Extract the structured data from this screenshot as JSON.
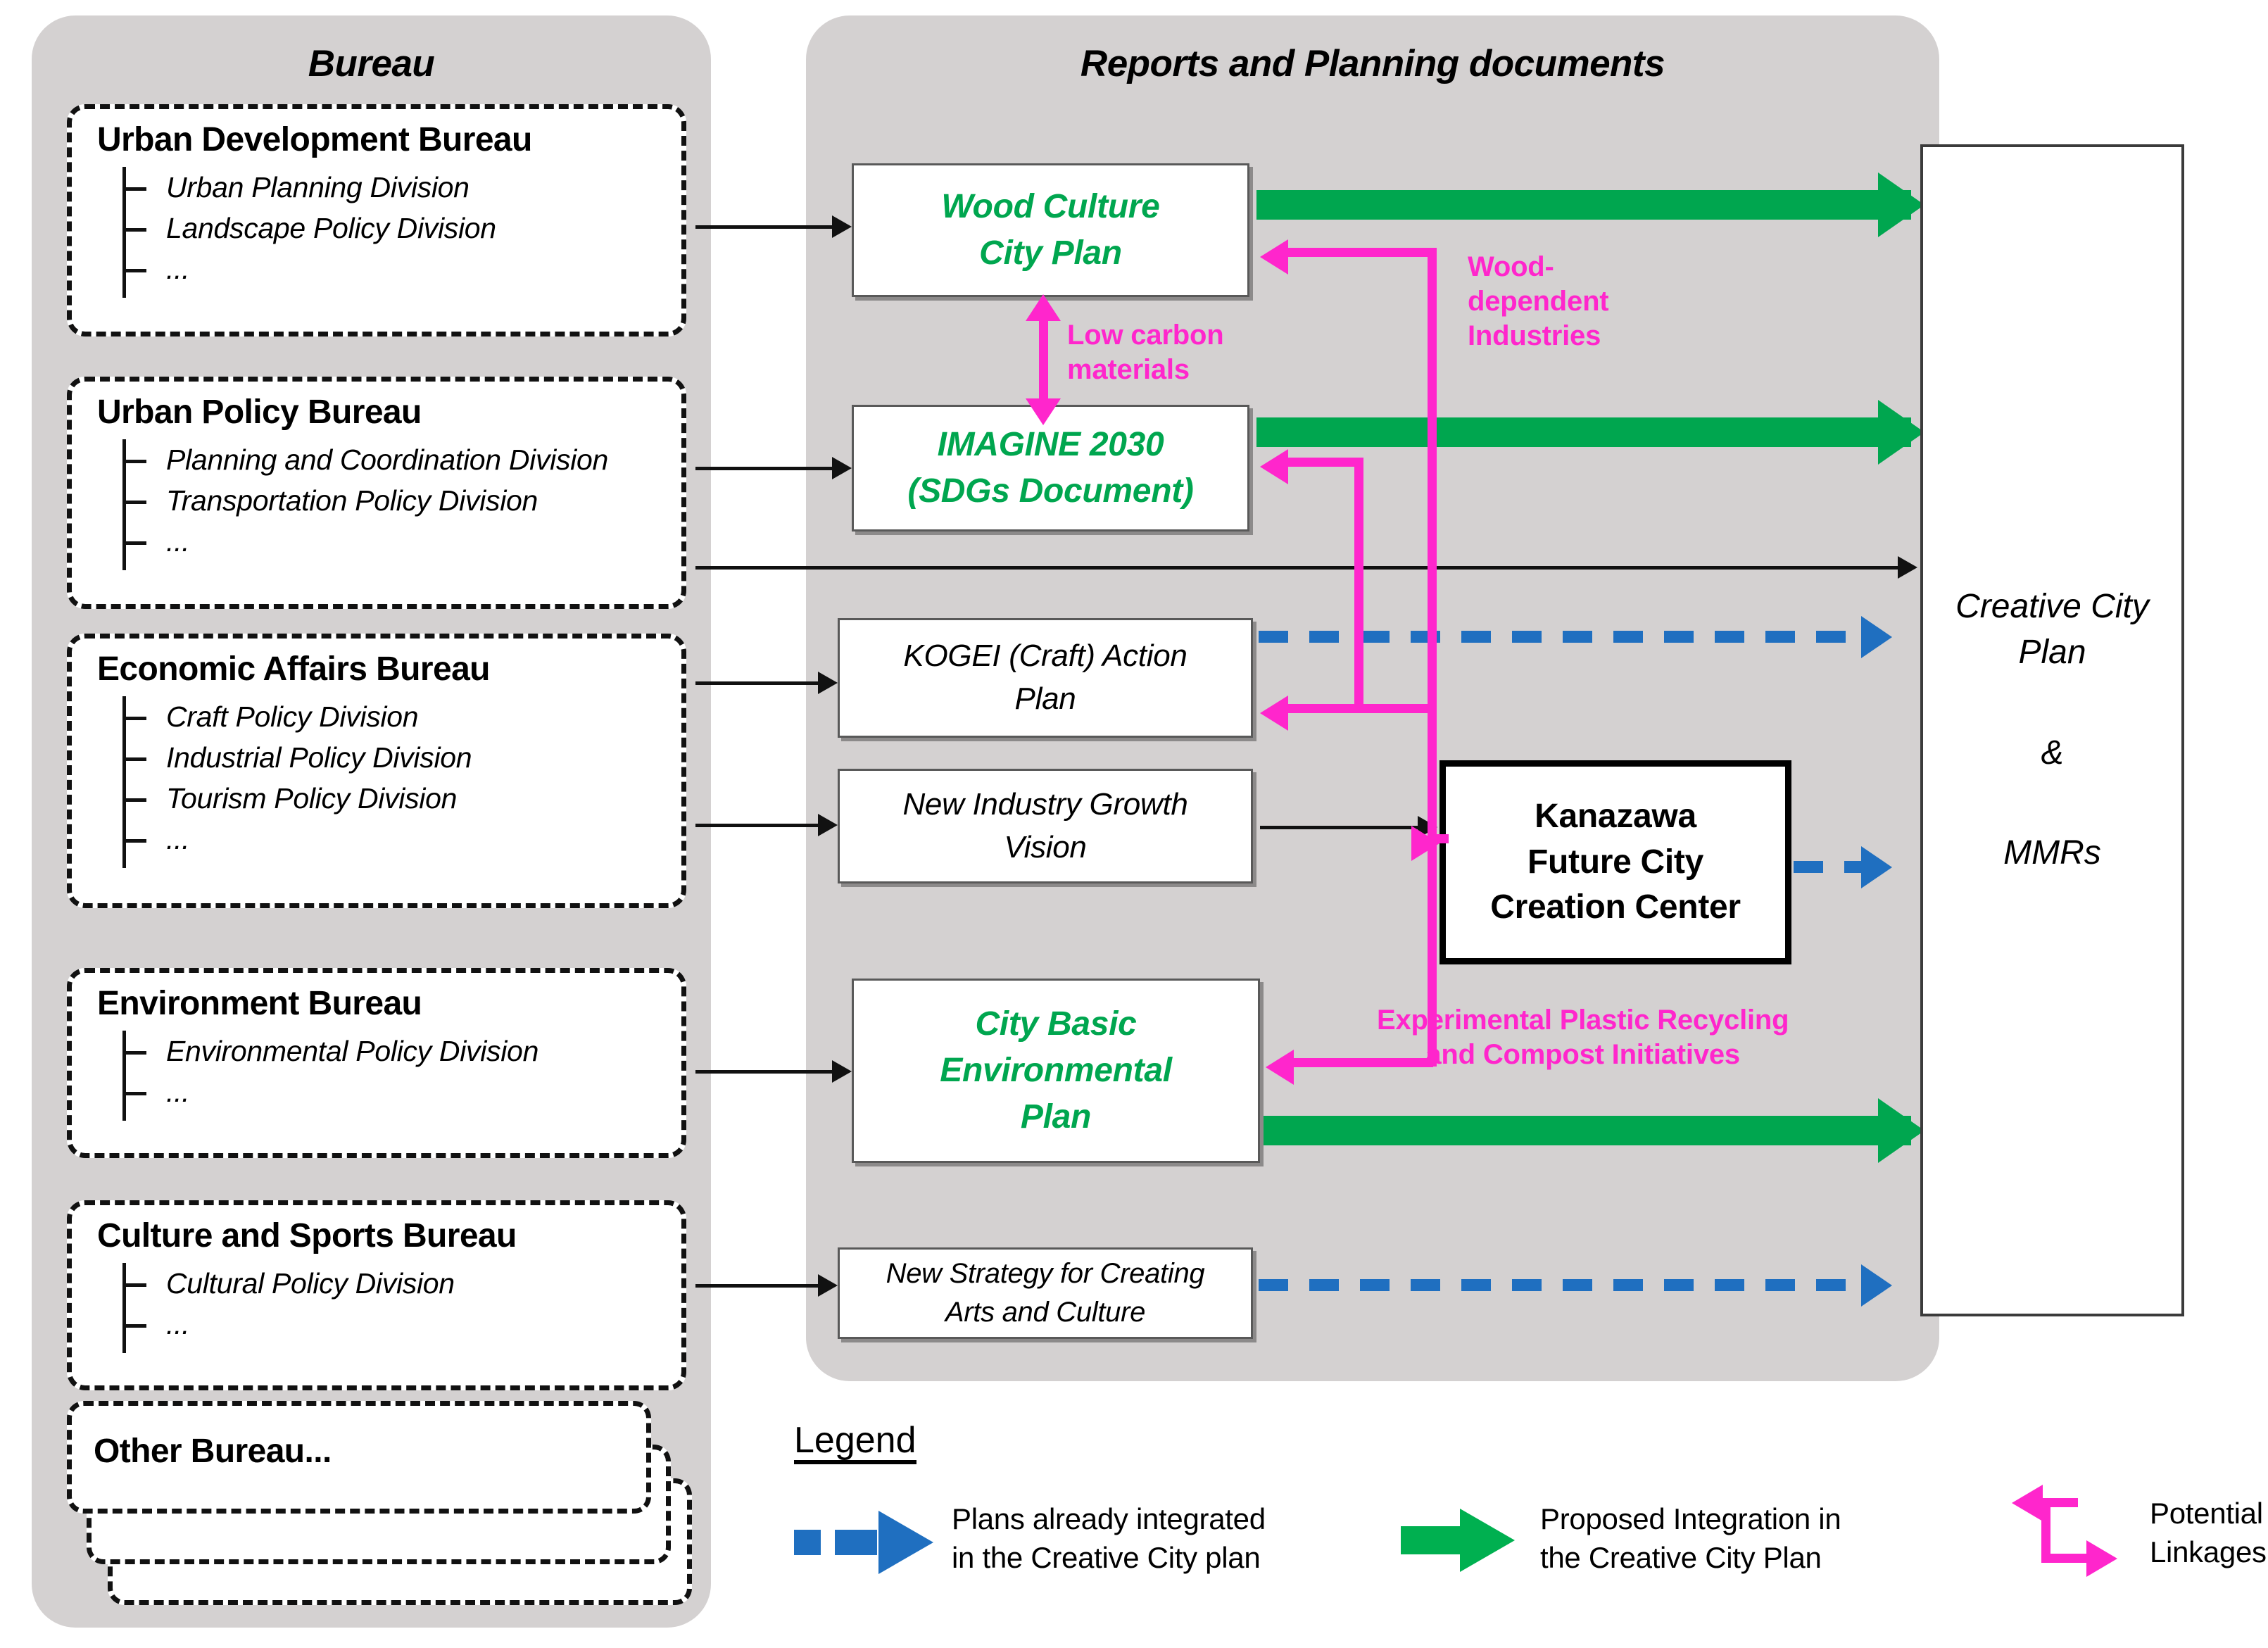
{
  "colors": {
    "panel_gray": "#d4d1d1",
    "green": "#00A64F",
    "green_legend": "#00B050",
    "magenta": "#FF26CC",
    "blue": "#1F6FC0",
    "black": "#111111"
  },
  "panels": {
    "bureau_title": "Bureau",
    "documents_title": "Reports and Planning documents"
  },
  "bureaus": [
    {
      "name": "Urban Development Bureau",
      "divisions": [
        "Urban Planning Division",
        "Landscape Policy Division",
        "..."
      ]
    },
    {
      "name": "Urban Policy Bureau",
      "divisions": [
        "Planning and Coordination Division",
        "Transportation Policy Division",
        "..."
      ]
    },
    {
      "name": "Economic Affairs Bureau",
      "divisions": [
        "Craft Policy Division",
        "Industrial Policy Division",
        "Tourism Policy Division",
        "..."
      ]
    },
    {
      "name": "Environment Bureau",
      "divisions": [
        "Environmental Policy Division",
        "..."
      ]
    },
    {
      "name": "Culture and Sports Bureau",
      "divisions": [
        "Cultural Policy Division",
        "..."
      ]
    }
  ],
  "other_bureau": {
    "label": "Other Bureau..."
  },
  "documents": [
    {
      "id": "wood-culture-city-plan",
      "lines": [
        "Wood Culture",
        "City Plan"
      ],
      "style": "green"
    },
    {
      "id": "imagine-2030",
      "lines": [
        "IMAGINE 2030",
        "(SDGs Document)"
      ],
      "style": "green"
    },
    {
      "id": "kogei-craft-action-plan",
      "lines": [
        "KOGEI (Craft) Action",
        "Plan"
      ],
      "style": "plain"
    },
    {
      "id": "new-industry-growth-vision",
      "lines": [
        "New Industry Growth",
        "Vision"
      ],
      "style": "plain"
    },
    {
      "id": "city-basic-environmental-plan",
      "lines": [
        "City Basic",
        "Environmental",
        "Plan"
      ],
      "style": "green"
    },
    {
      "id": "new-strategy-arts-culture",
      "lines": [
        "New Strategy for Creating",
        "Arts and Culture"
      ],
      "style": "plain"
    }
  ],
  "kanazawa_center": {
    "lines": [
      "Kanazawa",
      "Future City",
      "Creation Center"
    ]
  },
  "creative_city_plan": {
    "lines": [
      "Creative City",
      "Plan",
      "&",
      "MMRs"
    ]
  },
  "linkage_labels": [
    {
      "id": "low-carbon-materials",
      "text": "Low carbon\nmaterials"
    },
    {
      "id": "wood-dependent-industries",
      "text": "Wood-\ndependent\nIndustries"
    },
    {
      "id": "plastic-recycling-compost",
      "text": "Experimental Plastic Recycling\nand Compost Initiatives"
    }
  ],
  "legend": {
    "title": "Legend",
    "items": [
      {
        "id": "already-integrated",
        "icon": "blue-dashed-arrow-icon",
        "text": "Plans already integrated\nin the Creative City plan"
      },
      {
        "id": "proposed-integration",
        "icon": "green-arrow-icon",
        "text": "Proposed Integration in\nthe Creative City Plan"
      },
      {
        "id": "potential-linkages",
        "icon": "magenta-zigzag-arrow-icon",
        "text": "Potential\nLinkages"
      }
    ]
  }
}
